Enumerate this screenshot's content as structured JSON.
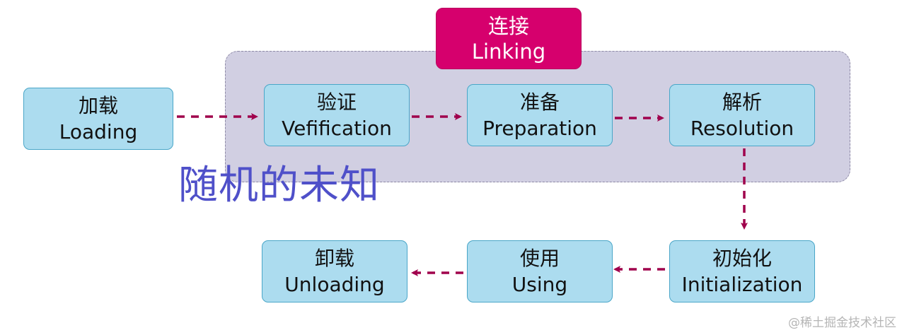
{
  "linking": {
    "cn": "连接",
    "en": "Linking"
  },
  "stages": {
    "loading": {
      "cn": "加载",
      "en": "Loading"
    },
    "verification": {
      "cn": "验证",
      "en": "Vefification"
    },
    "preparation": {
      "cn": "准备",
      "en": "Preparation"
    },
    "resolution": {
      "cn": "解析",
      "en": "Resolution"
    },
    "initialization": {
      "cn": "初始化",
      "en": "Initialization"
    },
    "using": {
      "cn": "使用",
      "en": "Using"
    },
    "unloading": {
      "cn": "卸载",
      "en": "Unloading"
    }
  },
  "annotation": "随机的未知",
  "watermark": "@稀土掘金技术社区",
  "colors": {
    "linking_title_bg": "#d6006d",
    "linking_group_bg": "#d1cfe2",
    "stage_bg": "#acdcef",
    "stage_border": "#4aa6c8",
    "arrow": "#a0004c",
    "annotation": "#4f50c9"
  }
}
